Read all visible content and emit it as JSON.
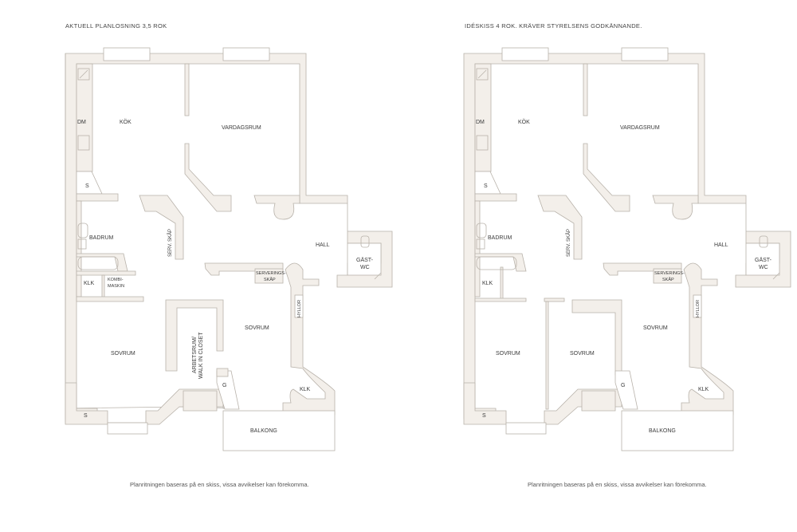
{
  "colors": {
    "wall_fill": "#f3efea",
    "wall_stroke": "#b8b2aa",
    "background": "#ffffff",
    "text": "#3a3a3a"
  },
  "plans": [
    {
      "title": "AKTUELL PLANLOSNING 3,5 ROK",
      "footnote": "Planritningen baseras på en skiss, vissa avvikelser kan förekomma.",
      "rooms": {
        "dm": "DM",
        "kok": "KÖK",
        "vardagsrum": "VARDAGSRUM",
        "s_top": "S",
        "badrum": "BADRUM",
        "serv_skap": "SERV. SKÅP",
        "hall": "HALL",
        "gast_wc_1": "GÄST-",
        "gast_wc_2": "WC",
        "klk_left": "KLK",
        "kombi_1": "KOMBI-",
        "kombi_2": "MASKIN",
        "serverings_1": "SERVERINGS-",
        "serverings_2": "SKÅP",
        "hyllor": "HYLLOR",
        "sovrum_left": "SOVRUM",
        "arbetsrum_1": "ARBETSRUM/",
        "arbetsrum_2": "WALK IN CLOSET",
        "sovrum_right": "SOVRUM",
        "g": "G",
        "klk_right": "KLK",
        "s_bottom": "S",
        "balkong": "BALKONG"
      }
    },
    {
      "title": "IDÉSKISS 4 ROK. KRÄVER STYRELSENS GODKÄNNANDE.",
      "footnote": "Planritningen baseras på en skiss, vissa avvikelser kan förekomma.",
      "rooms": {
        "dm": "DM",
        "kok": "KÖK",
        "vardagsrum": "VARDAGSRUM",
        "s_top": "S",
        "badrum": "BADRUM",
        "serv_skap": "SERV. SKÅP",
        "hall": "HALL",
        "gast_wc_1": "GÄST-",
        "gast_wc_2": "WC",
        "klk_left": "KLK",
        "serverings_1": "SERVERINGS-",
        "serverings_2": "SKÅP",
        "hyllor": "HYLLOR",
        "sovrum_left": "SOVRUM",
        "sovrum_middle": "SOVRUM",
        "sovrum_right": "SOVRUM",
        "g": "G",
        "klk_right": "KLK",
        "s_bottom": "S",
        "balkong": "BALKONG"
      }
    }
  ]
}
